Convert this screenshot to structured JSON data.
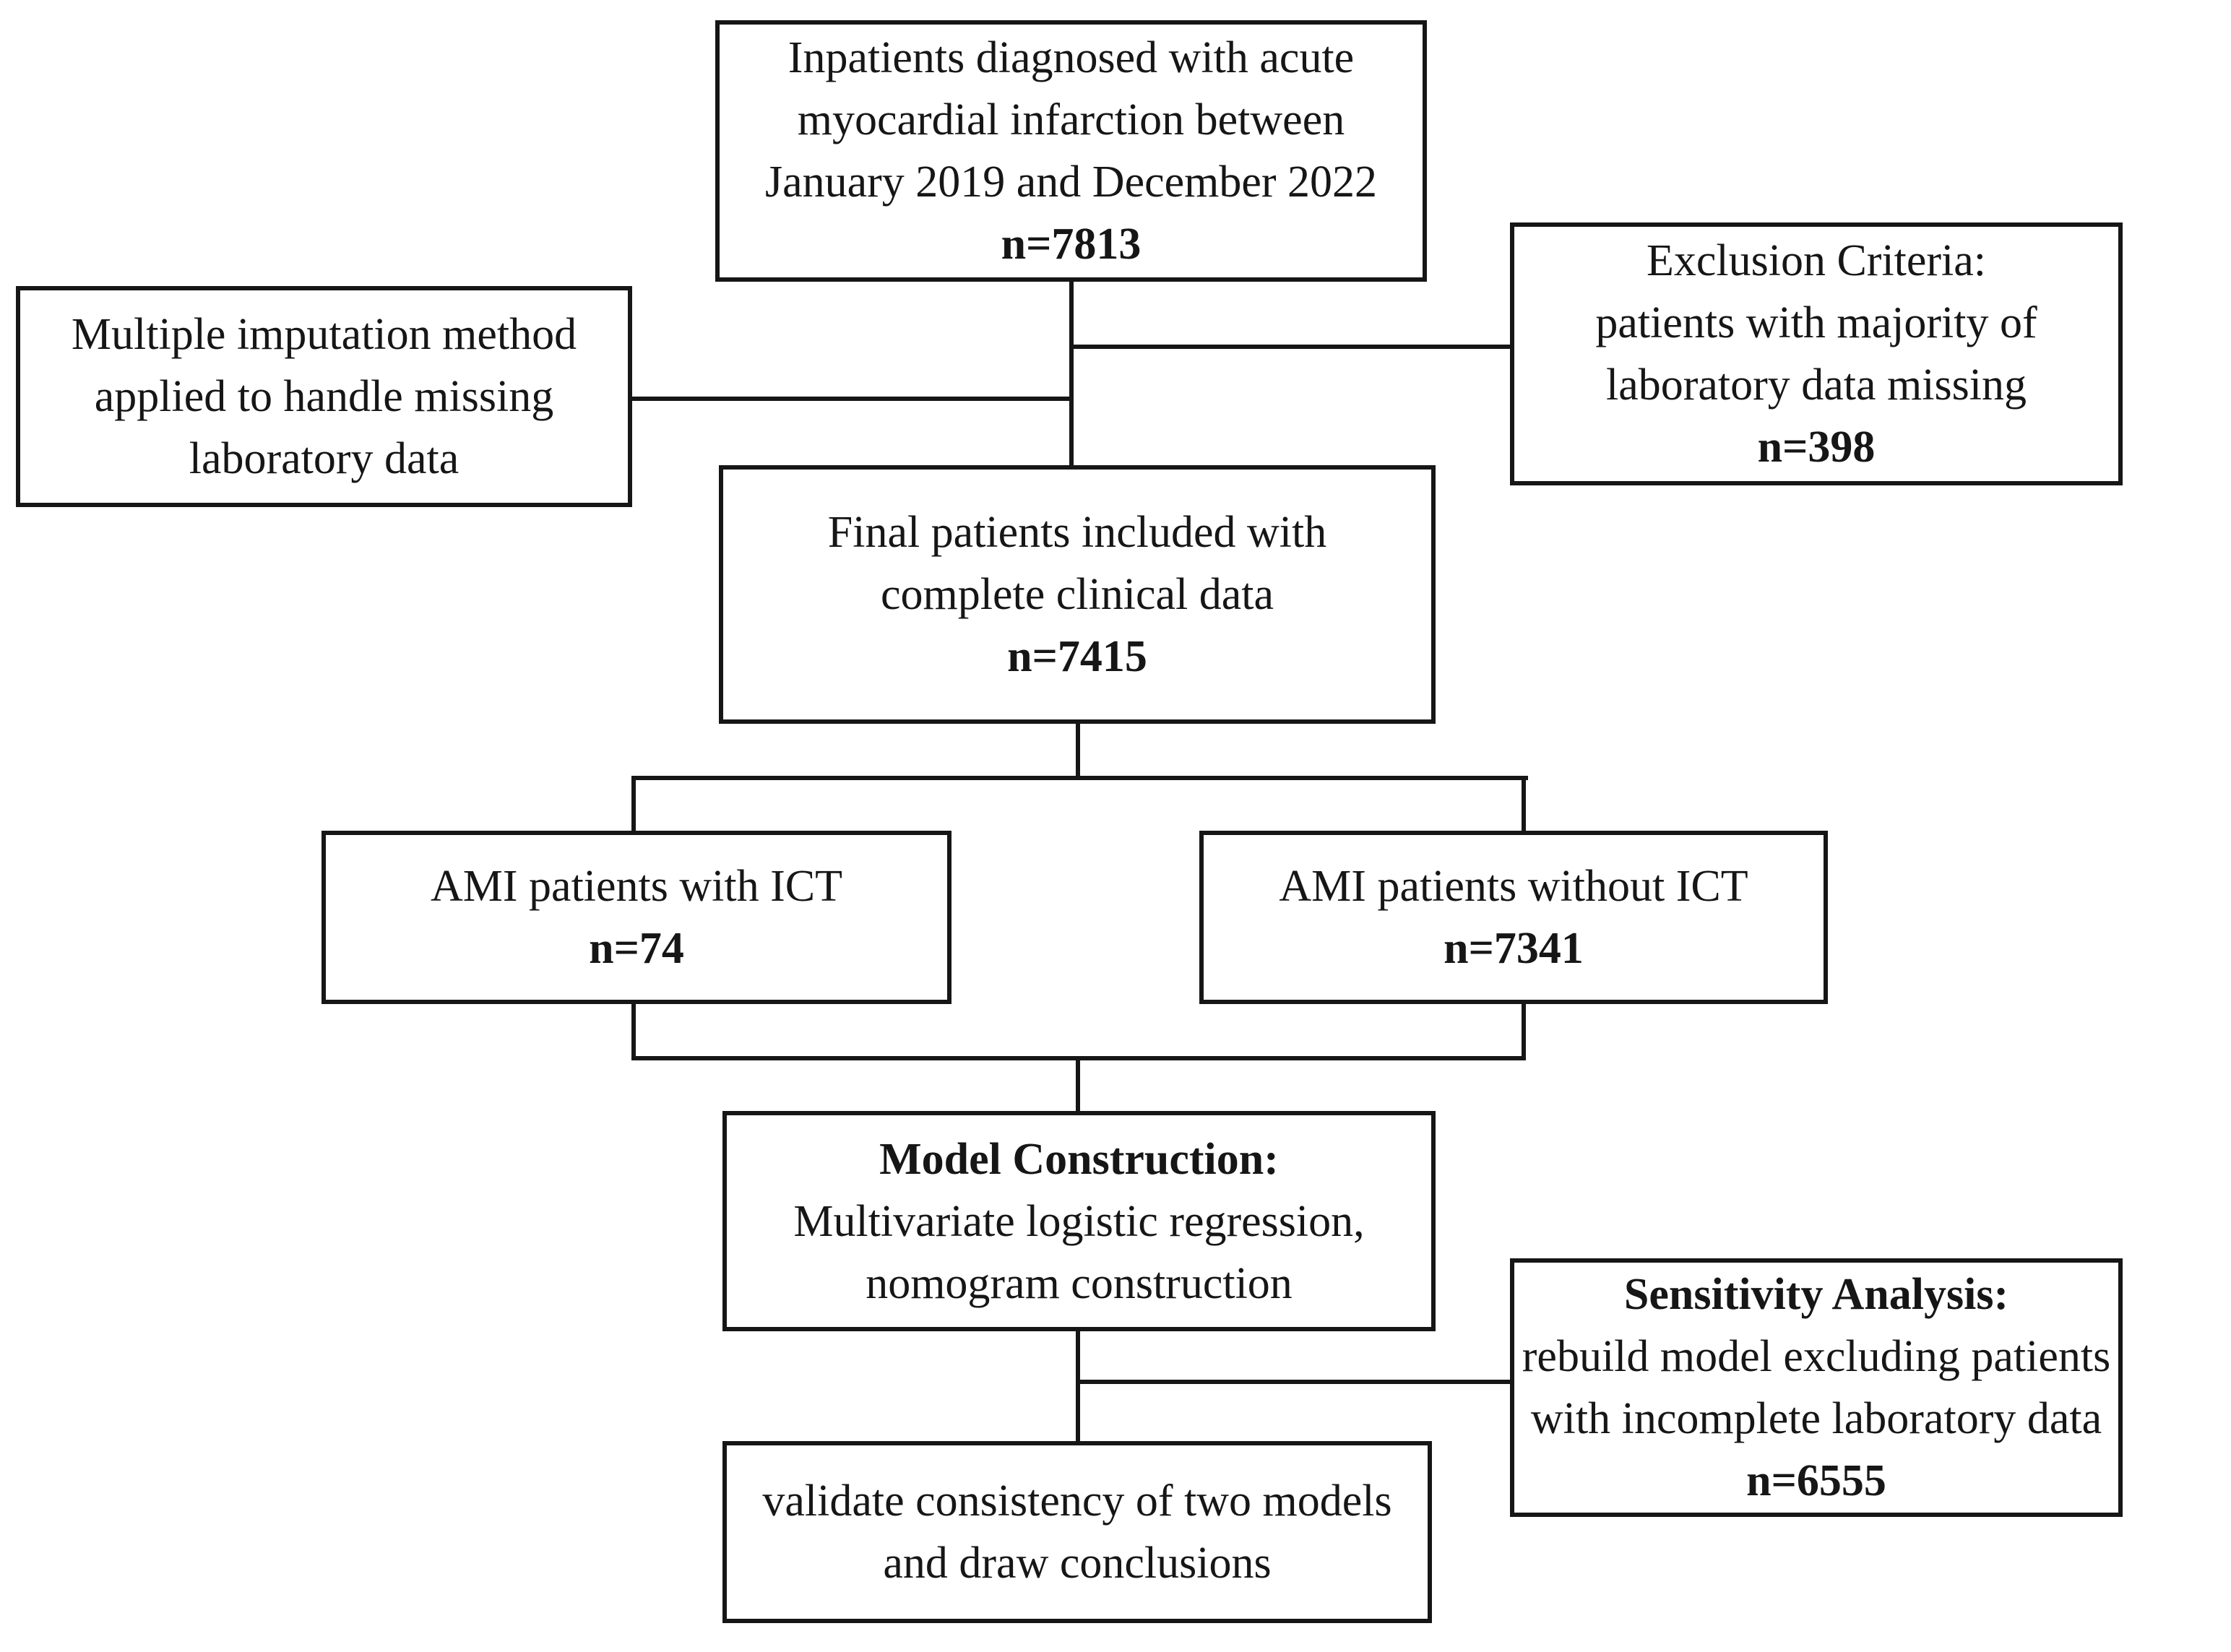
{
  "figure": {
    "type": "flowchart",
    "background_color": "#ffffff",
    "line_color": "#161616",
    "text_color": "#161616"
  },
  "boxes": {
    "enrollment": {
      "lines": [
        "Inpatients diagnosed with acute",
        "myocardial infarction between",
        "January 2019 and December 2022"
      ],
      "count": "n=7813"
    },
    "imputation": {
      "lines": [
        "Multiple imputation method",
        "applied to handle missing",
        "laboratory data"
      ]
    },
    "exclusion": {
      "lines": [
        "Exclusion Criteria:",
        "patients with majority of",
        "laboratory data missing"
      ],
      "count": "n=398"
    },
    "final": {
      "lines": [
        "Final patients included with",
        "complete clinical data"
      ],
      "count": "n=7415"
    },
    "ami_ict": {
      "lines": [
        "AMI patients with ICT"
      ],
      "count": "n=74"
    },
    "ami_no_ict": {
      "lines": [
        "AMI patients without ICT"
      ],
      "count": "n=7341"
    },
    "model": {
      "title": "Model Construction:",
      "lines": [
        "Multivariate logistic regression,",
        "nomogram construction"
      ]
    },
    "sensitivity": {
      "title": "Sensitivity Analysis:",
      "lines": [
        "rebuild model excluding patients",
        "with incomplete laboratory data"
      ],
      "count": "n=6555"
    },
    "validate": {
      "lines": [
        "validate consistency of two models",
        "and draw conclusions"
      ]
    }
  }
}
